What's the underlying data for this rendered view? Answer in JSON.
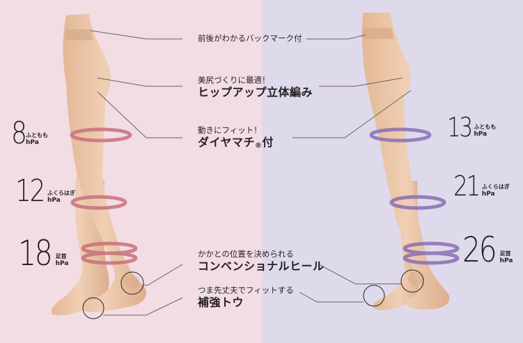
{
  "colors": {
    "left_background": "#f2dde4",
    "right_background": "#dedaec",
    "left_ring": "#c8707a",
    "right_ring": "#8a6db3",
    "skin": "#e9c4a6",
    "line": "#6b5e66",
    "text": "#231f20"
  },
  "left_panel": {
    "pressures": [
      {
        "value": "8",
        "part": "ふともも",
        "unit": "hPa"
      },
      {
        "value": "12",
        "part": "ふくらはぎ",
        "unit": "hPa"
      },
      {
        "value": "18",
        "part": "足首",
        "unit": "hPa"
      }
    ]
  },
  "right_panel": {
    "pressures": [
      {
        "value": "13",
        "part": "ふともも",
        "unit": "hPa"
      },
      {
        "value": "21",
        "part": "ふくらはぎ",
        "unit": "hPa"
      },
      {
        "value": "26",
        "part": "足首",
        "unit": "hPa"
      }
    ]
  },
  "features": [
    {
      "small": "前後がわかるバックマーク付",
      "big": ""
    },
    {
      "small": "美尻づくりに最適！",
      "big": "ヒップアップ立体編み"
    },
    {
      "small": "動きにフィット！",
      "big": "ダイヤマチ",
      "mark": "®",
      "suffix": "付"
    },
    {
      "small": "かかとの位置を決められる",
      "big": "コンベンショナルヒール"
    },
    {
      "small": "つま先丈夫でフィットする",
      "big": "補強トウ"
    }
  ]
}
